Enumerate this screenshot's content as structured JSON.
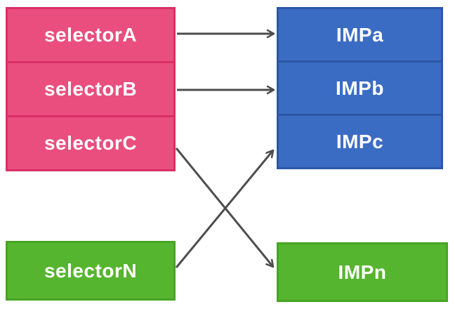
{
  "diagram": {
    "selector_stack": {
      "items": [
        "selectorA",
        "selectorB",
        "selectorC"
      ]
    },
    "imp_stack": {
      "items": [
        "IMPa",
        "IMPb",
        "IMPc"
      ]
    },
    "selector_n": "selectorN",
    "imp_n": "IMPn",
    "connections": [
      {
        "from": "selectorA",
        "to": "IMPa"
      },
      {
        "from": "selectorB",
        "to": "IMPb"
      },
      {
        "from": "selectorC",
        "to": "IMPn"
      },
      {
        "from": "selectorN",
        "to": "IMPc"
      }
    ],
    "colors": {
      "selector_fill": "#e94e7f",
      "selector_border": "#db2e67",
      "imp_fill": "#3b6cc4",
      "imp_border": "#2d57a5",
      "green_fill": "#56b52e",
      "green_border": "#48a426",
      "arrow": "#4d4d4d",
      "text": "#ffffff"
    }
  }
}
